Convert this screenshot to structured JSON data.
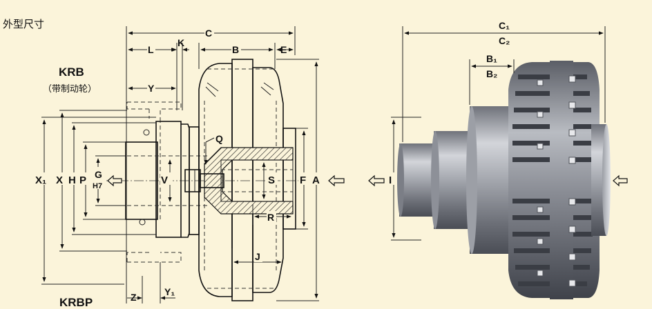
{
  "title": "外型尺寸",
  "label_krb": "KRB",
  "label_krb_sub": "（带制动轮）",
  "label_krbp": "KRBP",
  "dims": {
    "C": "C",
    "L": "L",
    "K": "K",
    "B": "B",
    "E": "E",
    "Y": "Y",
    "Q": "Q",
    "X1": "X₁",
    "X": "X",
    "H": "H",
    "P": "P",
    "G": "G",
    "H7": "H7",
    "V": "V",
    "S": "S",
    "F": "F",
    "A": "A",
    "R": "R",
    "J": "J",
    "Z": "Z",
    "Y1": "Y₁"
  },
  "right": {
    "C1": "C₁",
    "C2": "C₂",
    "B1": "B₁",
    "B2": "B₂",
    "I": "I"
  },
  "colors": {
    "background": "#fbf4da",
    "metal_dark": "#4a4d55",
    "metal_mid": "#8a8d95",
    "metal_light": "#c9cbd0"
  }
}
